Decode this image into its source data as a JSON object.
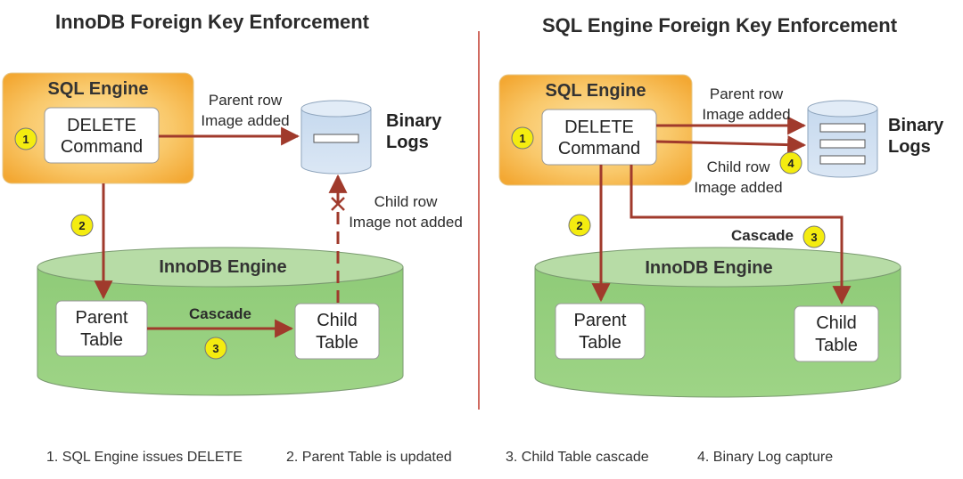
{
  "left": {
    "title": "InnoDB Foreign Key Enforcement",
    "sql_engine": "SQL Engine",
    "delete_line1": "DELETE",
    "delete_line2": "Command",
    "parent_row_line1": "Parent row",
    "parent_row_line2": "Image added",
    "binary_line1": "Binary",
    "binary_line2": "Logs",
    "child_row_line1": "Child row",
    "child_row_line2": "Image not added",
    "innodb": "InnoDB Engine",
    "parent_line1": "Parent",
    "parent_line2": "Table",
    "cascade": "Cascade",
    "child_line1": "Child",
    "child_line2": "Table"
  },
  "right": {
    "title": "SQL Engine Foreign Key Enforcement",
    "sql_engine": "SQL Engine",
    "delete_line1": "DELETE",
    "delete_line2": "Command",
    "parent_row_line1": "Parent row",
    "parent_row_line2": "Image added",
    "binary_line1": "Binary",
    "binary_line2": "Logs",
    "child_row_line1": "Child row",
    "child_row_line2": "Image added",
    "cascade": "Cascade",
    "innodb": "InnoDB Engine",
    "parent_line1": "Parent",
    "parent_line2": "Table",
    "child_line1": "Child",
    "child_line2": "Table"
  },
  "badges": {
    "one": "1",
    "two": "2",
    "three": "3",
    "four": "4"
  },
  "legend": {
    "item1": "1. SQL Engine issues DELETE",
    "item2": "2. Parent Table is updated",
    "item3": "3. Child Table cascade",
    "item4": "4. Binary Log capture"
  },
  "colors": {
    "arrow": "#a03a2c",
    "badge": "#f4ec10",
    "engine_box": "#f6b53a",
    "innodb_fill": "#9bd184",
    "binlog_fill": "#cfe0f1",
    "divider": "#c0392b"
  }
}
